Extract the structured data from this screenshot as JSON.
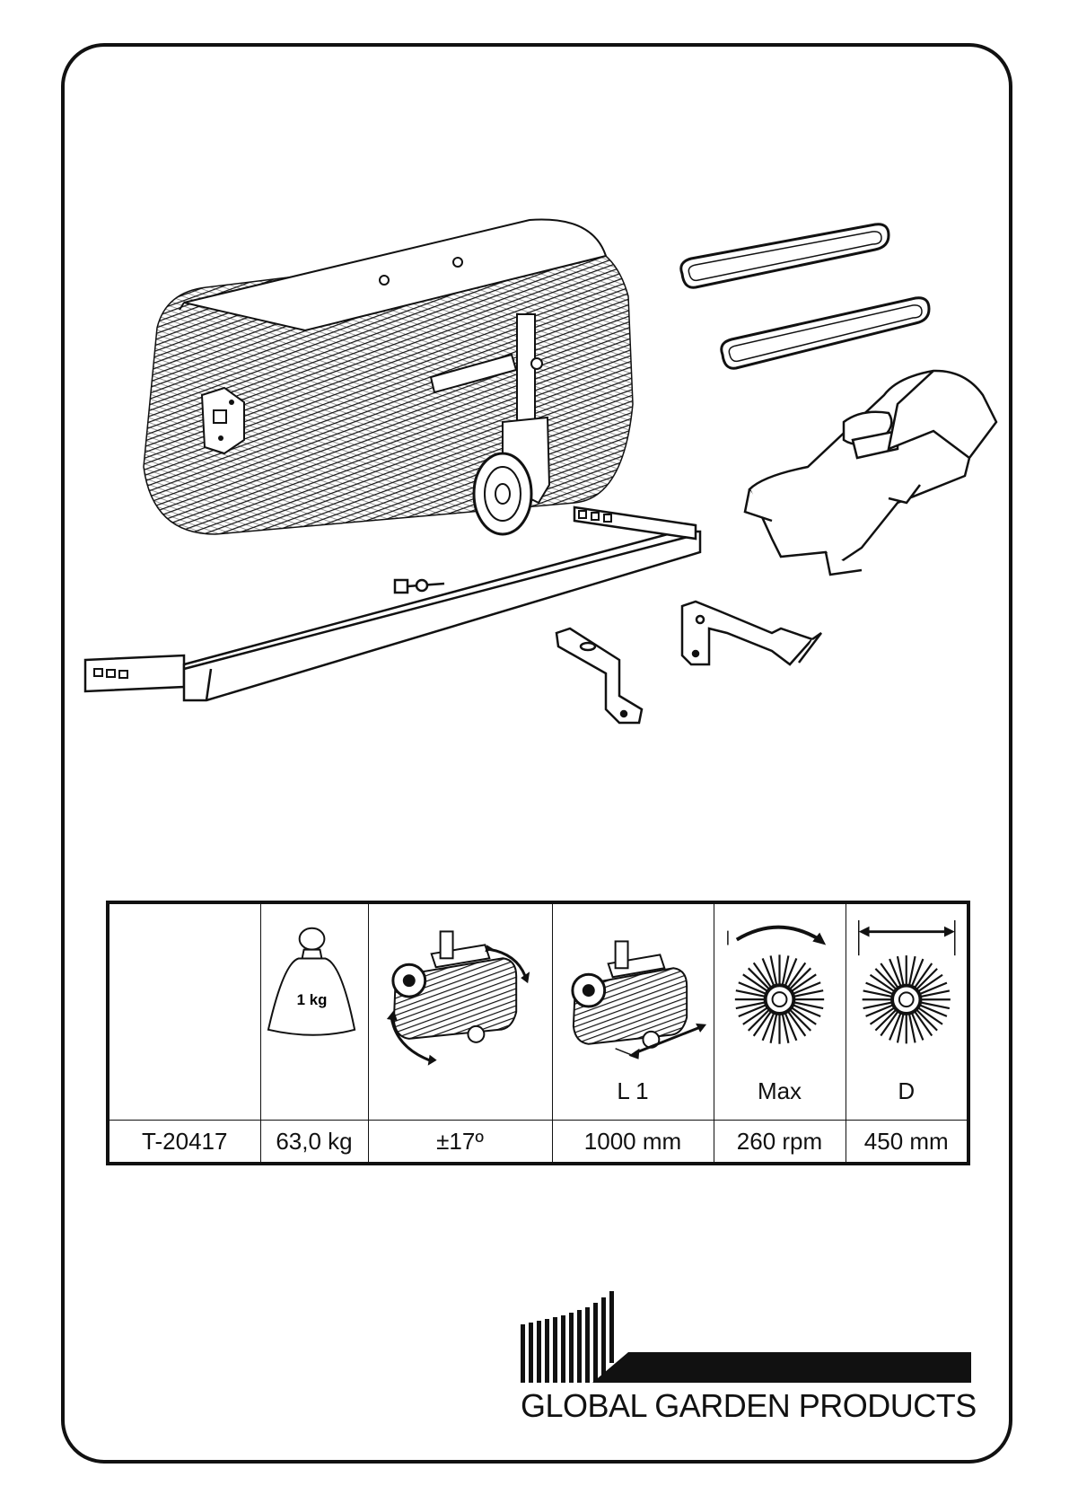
{
  "table": {
    "header_labels": {
      "weight_icon": "1 kg",
      "length": "L 1",
      "rotation": "Max",
      "diameter": "D"
    },
    "row": {
      "model": "T-20417",
      "weight": "63,0 kg",
      "tilt": "±17º",
      "length": "1000 mm",
      "speed": "260 rpm",
      "diameter": "450 mm"
    }
  },
  "brand": {
    "name": "GLOBAL GARDEN PRODUCTS"
  }
}
